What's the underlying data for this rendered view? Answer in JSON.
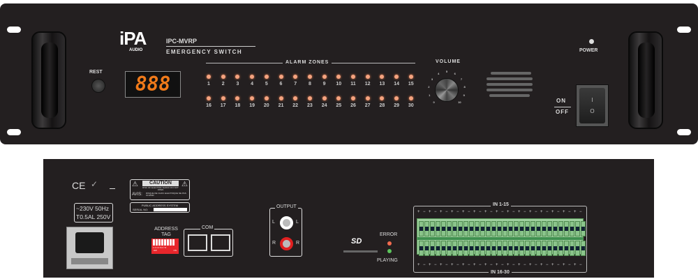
{
  "front_panel": {
    "brand": "iPA",
    "brand_sub": "AUDIO",
    "model": "IPC-MVRP",
    "subtitle": "EMERGENCY SWITCH",
    "reset_label": "REST",
    "display_value": "888",
    "alarm_zones_label": "ALARM ZONES",
    "zones_row1": [
      "1",
      "2",
      "3",
      "4",
      "5",
      "6",
      "7",
      "8",
      "9",
      "10",
      "11",
      "12",
      "13",
      "14",
      "15"
    ],
    "zones_row2": [
      "16",
      "17",
      "18",
      "19",
      "20",
      "21",
      "22",
      "23",
      "24",
      "25",
      "26",
      "27",
      "28",
      "29",
      "30"
    ],
    "volume_label": "VOLUME",
    "volume_scale": [
      "0",
      "1",
      "2",
      "3",
      "4",
      "5",
      "6",
      "7",
      "8",
      "9",
      "10"
    ],
    "power_label": "POWER",
    "on_label": "ON",
    "off_label": "OFF",
    "switch_on_symbol": "I",
    "switch_off_symbol": "O"
  },
  "rear_panel": {
    "ce_mark": "CE",
    "caution_title": "CAUTION",
    "caution_text": "RISK OF ELECTRIC SHOCK DO NOT OPEN",
    "avis_label": "AVIS:",
    "avis_text": "RISQUE DE CHOC ELECTRIQUE NE PAS OUVRIR",
    "system_label": "PUBLIC ADDRESS SYSTEM",
    "serial_label": "SERIAL NO:",
    "power_rating_1": "~230V 50Hz",
    "power_rating_2": "T0.5AL 250V",
    "address_label": "ADDRESS TAG",
    "dip_numbers": "1 2 3 4 5 6 7 8",
    "dip_left": "DIP",
    "dip_right": "ON",
    "com_label": "COM",
    "output_label": "OUTPUT",
    "left_label": "L",
    "right_label": "R",
    "sd_label": "SD",
    "error_label": "ERROR",
    "playing_label": "PLAYING",
    "in_top_label": "IN 1-15",
    "in_bottom_label": "IN 16-30",
    "colors": {
      "error_led": "#f26b4f",
      "playing_led": "#5cc45c",
      "dip": "#e8262b",
      "rca_right": "#e02020"
    }
  }
}
